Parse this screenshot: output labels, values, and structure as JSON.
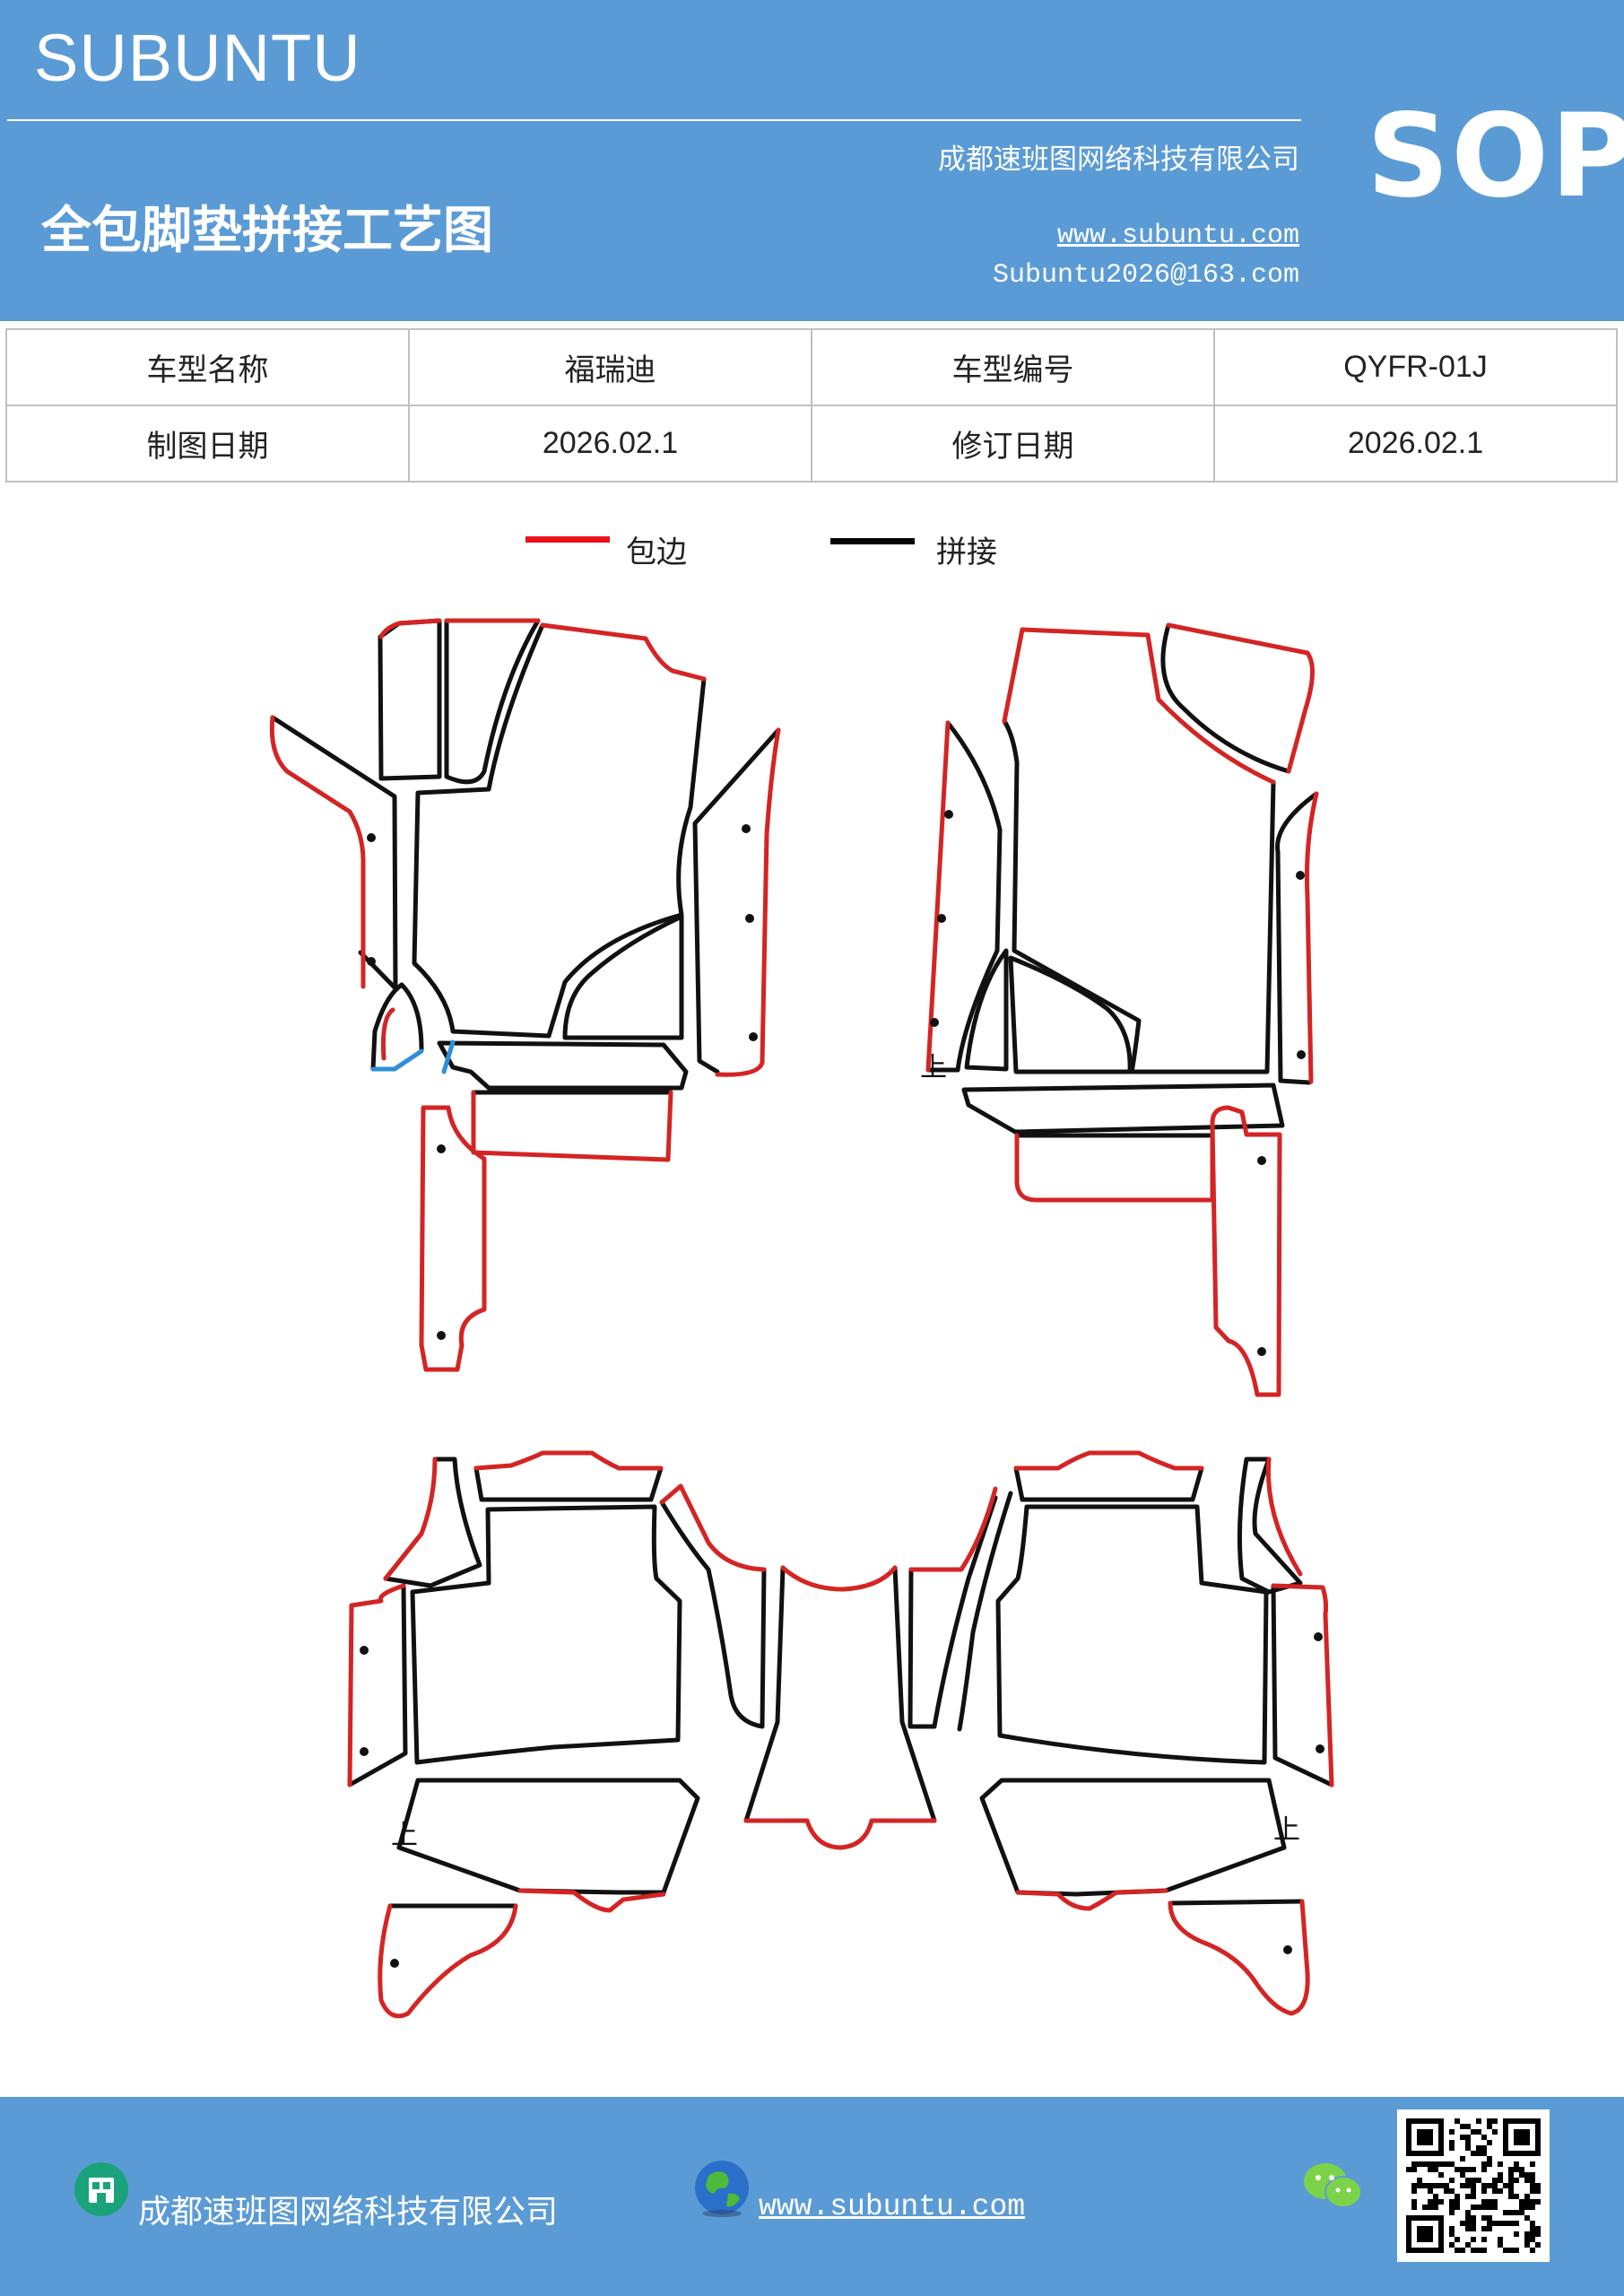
{
  "header": {
    "brand": "SUBUNTU",
    "company": "成都速班图网络科技有限公司",
    "title": "全包脚垫拼接工艺图",
    "website": "www.subuntu.com",
    "email": "Subuntu2026@163.com",
    "badge": "SOP"
  },
  "info_table": [
    [
      "车型名称",
      "福瑞迪",
      "车型编号",
      "QYFR-01J"
    ],
    [
      "制图日期",
      "2026.02.1",
      "修订日期",
      "2026.02.1"
    ]
  ],
  "legend": {
    "edge_label": "包边",
    "edge_color": "#e8141b",
    "seam_label": "拼接",
    "seam_color": "#000000"
  },
  "diagram": {
    "up_mark": "上",
    "edge_color": "#d42424",
    "seam_color": "#111111",
    "accent_color": "#2f8fd8"
  },
  "footer": {
    "company": "成都速班图网络科技有限公司",
    "website": "www.subuntu.com",
    "qr_label": "QR"
  },
  "colors": {
    "brand_blue": "#5b9bd5"
  }
}
